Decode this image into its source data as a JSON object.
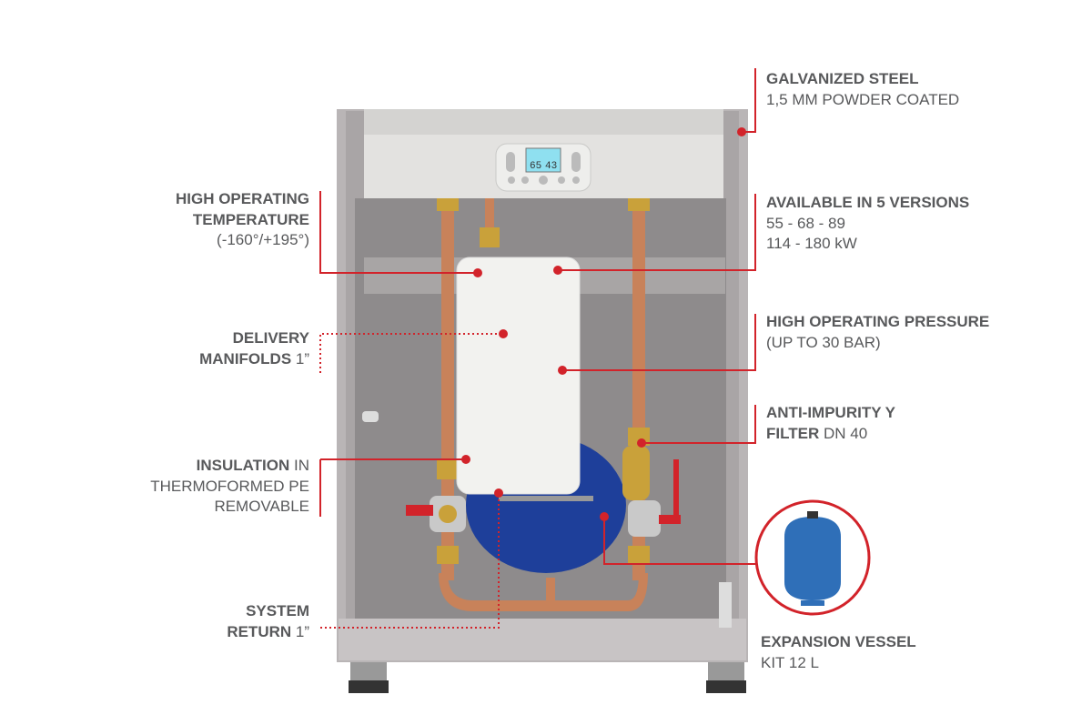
{
  "colors": {
    "accent": "#d2232a",
    "text": "#58595b"
  },
  "display": {
    "left_value": "65",
    "right_value": "43"
  },
  "callouts": {
    "galvanized": {
      "title": "GALVANIZED STEEL",
      "line1": "1,5 MM POWDER COATED"
    },
    "versions": {
      "title": "AVAILABLE IN 5 VERSIONS",
      "line1": "55 - 68 - 89",
      "line2": "114 - 180 kW"
    },
    "pressure": {
      "title": "HIGH OPERATING PRESSURE",
      "line1": "(UP TO 30 BAR)"
    },
    "filter": {
      "title_a": "ANTI-IMPURITY Y",
      "title_b": "FILTER",
      "rest_b": " DN 40"
    },
    "vessel": {
      "title": "EXPANSION VESSEL",
      "line1": "KIT 12 L"
    },
    "temperature": {
      "title_a": "HIGH OPERATING",
      "title_b": "TEMPERATURE",
      "line1": "(-160°/+195°)"
    },
    "manifolds": {
      "title_a": "DELIVERY",
      "title_b": "MANIFOLDS",
      "rest_b": " 1”"
    },
    "insulation": {
      "title": "INSULATION",
      "rest": " IN",
      "line1": "THERMOFORMED PE",
      "line2": "REMOVABLE"
    },
    "return": {
      "title_a": "SYSTEM",
      "title_b": "RETURN",
      "rest_b": " 1”"
    }
  }
}
